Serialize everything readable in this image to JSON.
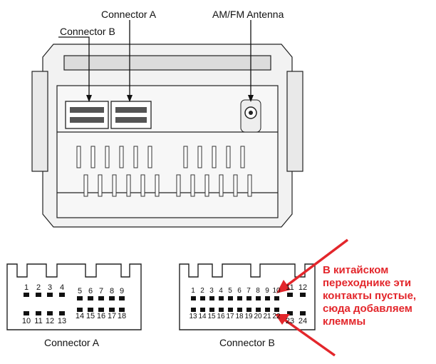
{
  "labels": {
    "connector_a_top": "Connector A",
    "connector_b_top": "Connector B",
    "antenna": "AM/FM Antenna",
    "connector_a_bottom": "Connector A",
    "connector_b_bottom": "Connector B"
  },
  "connector_a": {
    "pins_top": [
      "1",
      "2",
      "3",
      "4",
      "5",
      "6",
      "7",
      "8",
      "9"
    ],
    "pins_bottom": [
      "10",
      "11",
      "12",
      "13",
      "14",
      "15",
      "16",
      "17",
      "18"
    ]
  },
  "connector_b": {
    "pins_top": [
      "1",
      "2",
      "3",
      "4",
      "5",
      "6",
      "7",
      "8",
      "9",
      "10",
      "11",
      "12"
    ],
    "pins_bottom": [
      "13",
      "14",
      "15",
      "16",
      "17",
      "18",
      "19",
      "20",
      "21",
      "22",
      "23",
      "24"
    ]
  },
  "annotation": {
    "lines": [
      "В китайском",
      "переходнике эти",
      "контакты пустые,",
      "сюда добавляем",
      "клеммы"
    ],
    "color": "#e3262b"
  }
}
